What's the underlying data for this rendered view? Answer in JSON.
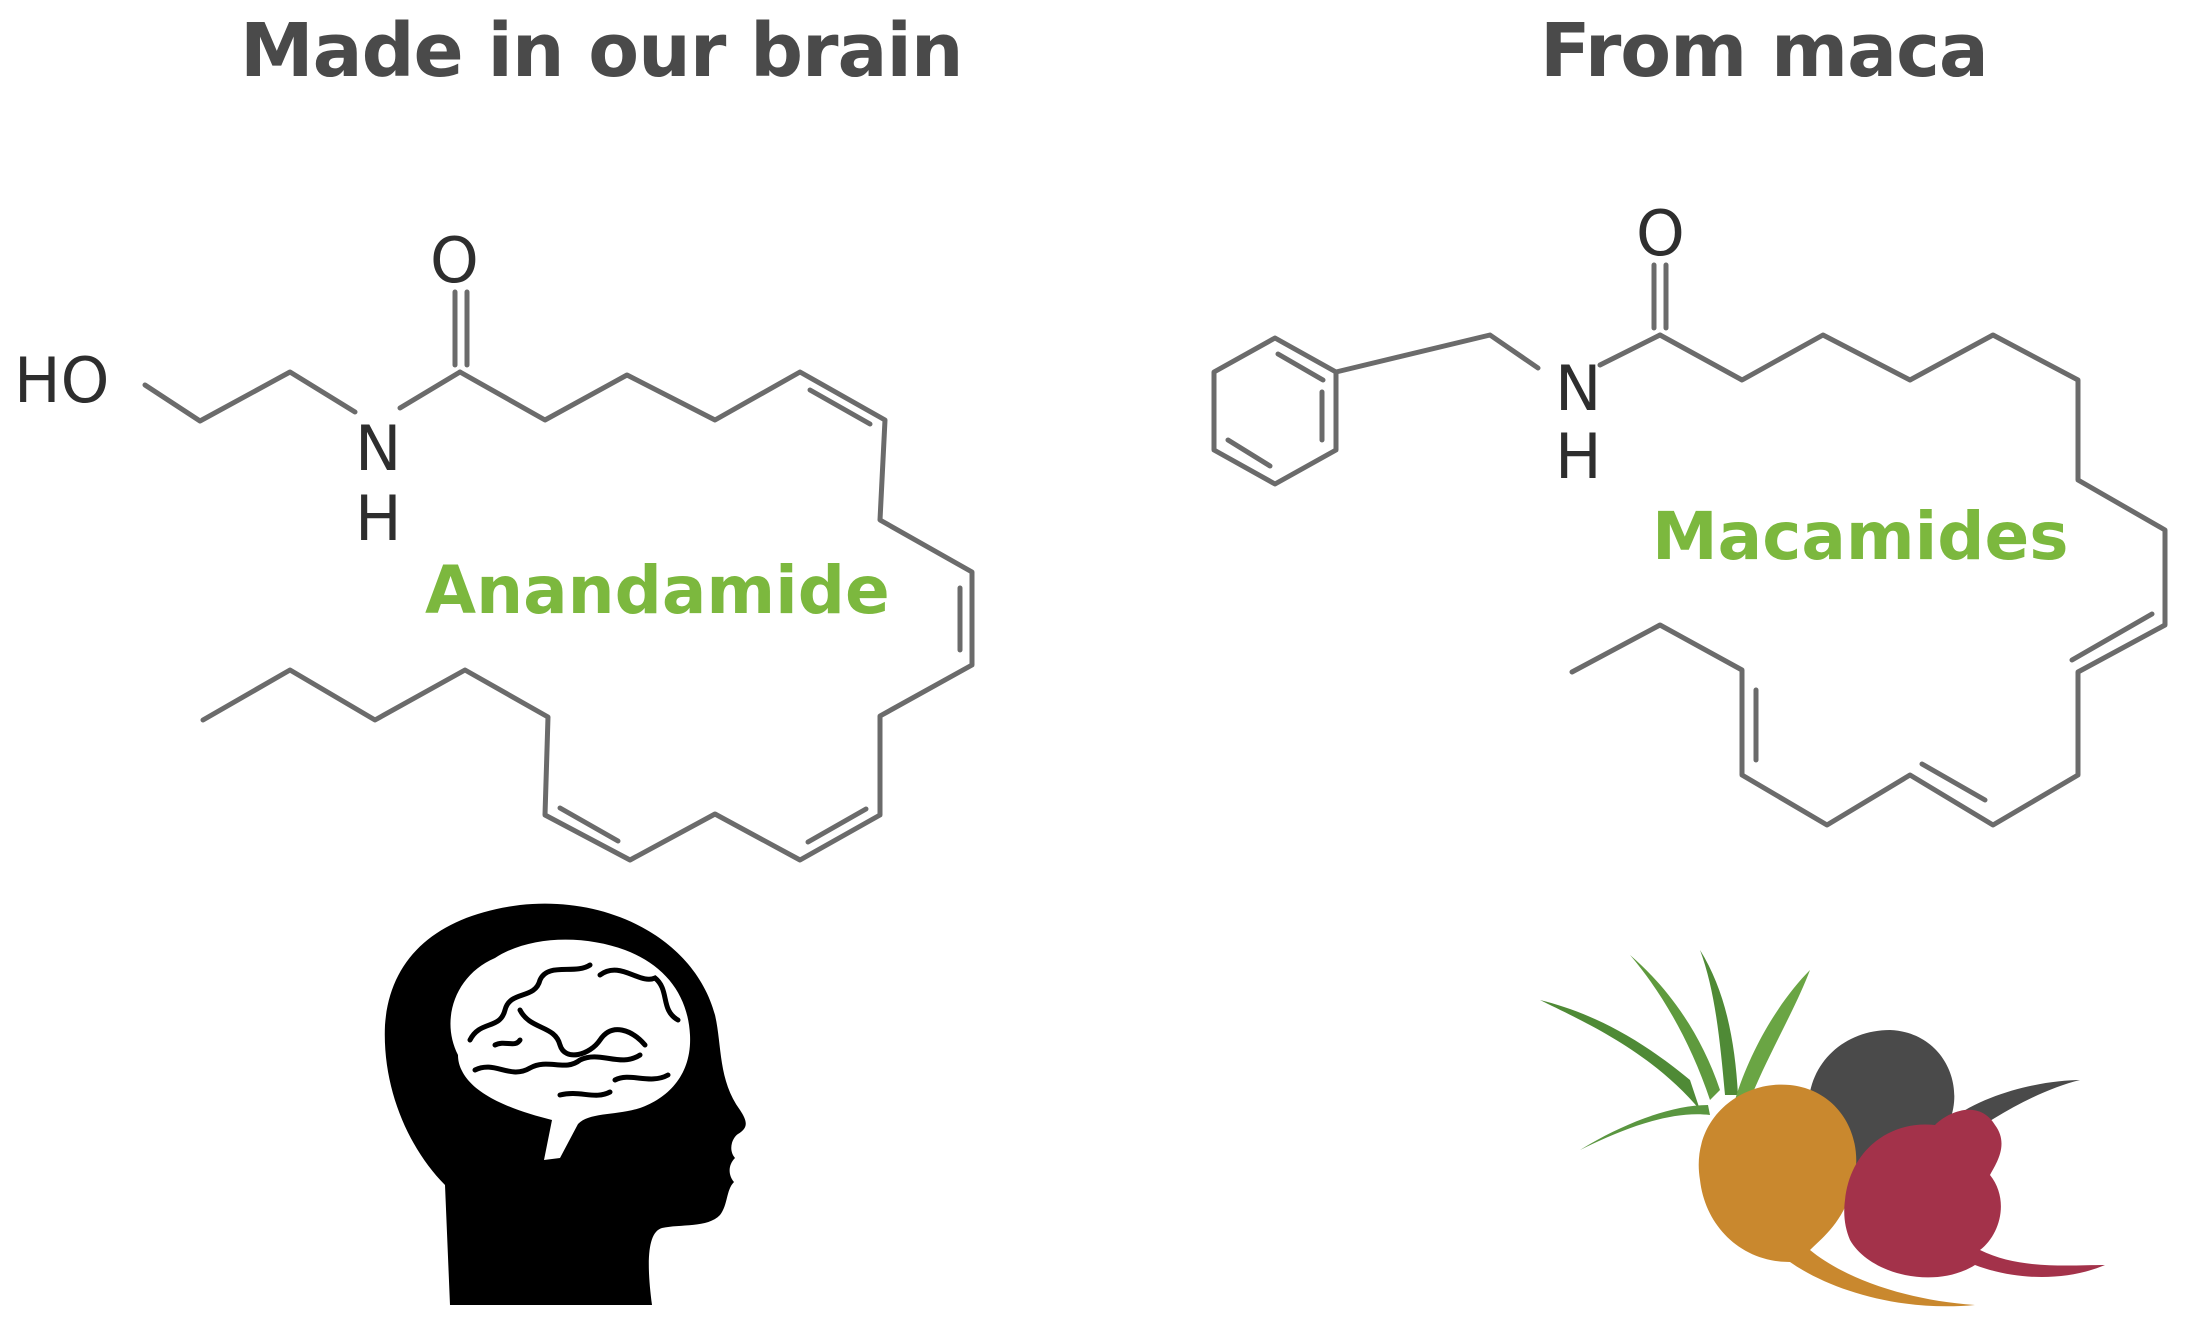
{
  "headings": {
    "left": "Made in our brain",
    "right": "From maca"
  },
  "compounds": {
    "left": "Anandamide",
    "right": "Macamides"
  },
  "atoms": {
    "O": "O",
    "HO": "HO",
    "N": "N",
    "H": "H"
  },
  "icons": {
    "left": "human-head-brain-icon",
    "right": "maca-root-illustration"
  },
  "colors": {
    "heading": "#4a4a4a",
    "compound_label": "#7cb83e",
    "bond": "#6b6b6b",
    "maca_gold": "#c9882e",
    "maca_red": "#a3324a",
    "maca_black": "#4a4a4a",
    "leaf": "#4f8a36"
  }
}
